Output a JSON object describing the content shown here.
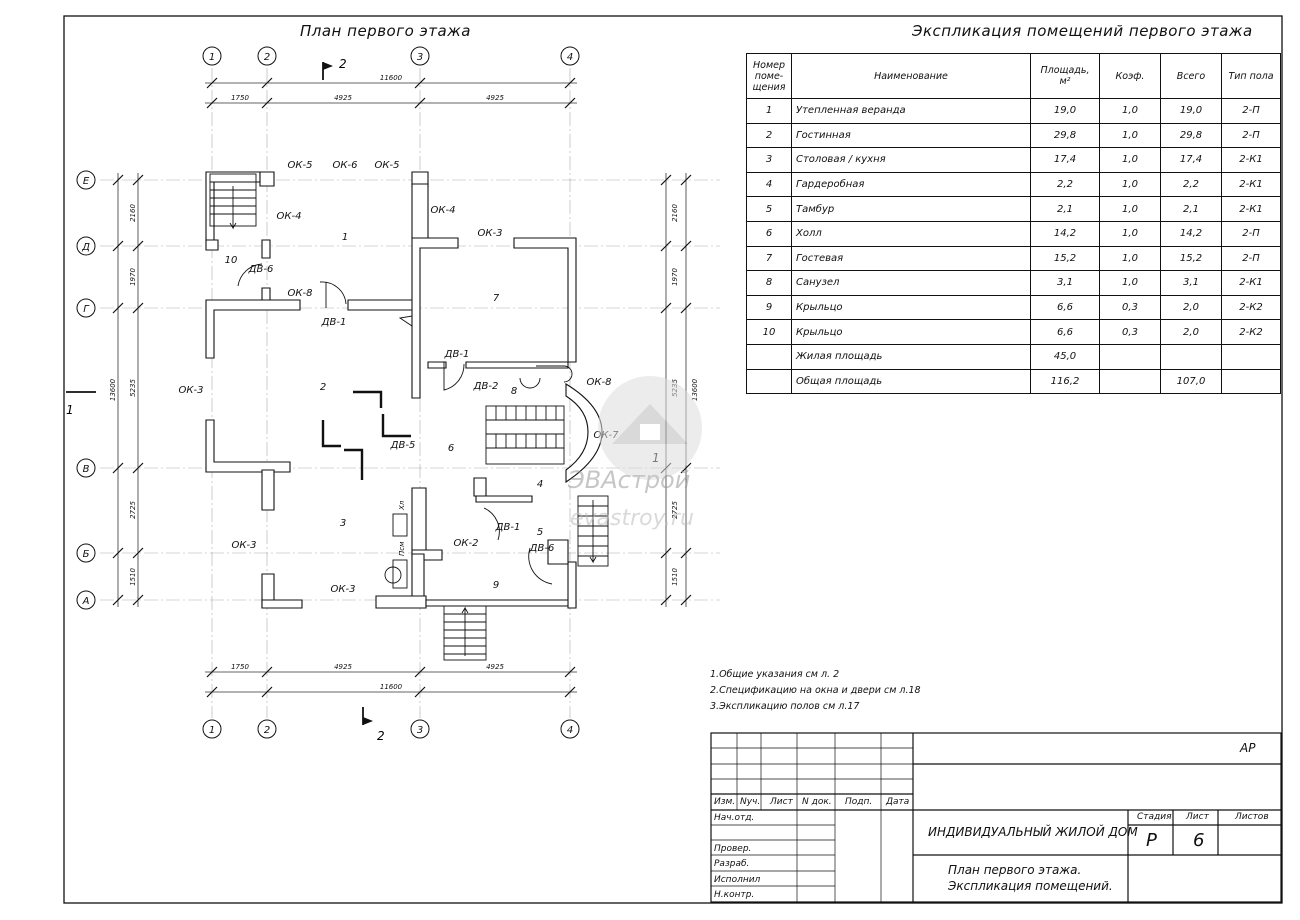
{
  "plan": {
    "title": "План первого этажа",
    "axes_x": [
      "1",
      "2",
      "3",
      "4"
    ],
    "axes_y": [
      "Е",
      "Д",
      "Г",
      "В",
      "Б",
      "А"
    ],
    "dims_top": [
      "1750",
      "4925",
      "4925"
    ],
    "dim_total": "11600",
    "dims_left": [
      "2160",
      "1970",
      "5235",
      "2725",
      "1510"
    ],
    "dim_left_total": "13600",
    "section_mark": "2",
    "section_mark_side": "1",
    "rooms": [
      "1",
      "2",
      "3",
      "4",
      "5",
      "6",
      "7",
      "8",
      "9",
      "10"
    ],
    "labels": {
      "ok5a": "ОК-5",
      "ok6": "ОК-6",
      "ok5b": "ОК-5",
      "ok4a": "ОК-4",
      "ok4b": "ОК-4",
      "ok3a": "ОК-3",
      "dv6a": "ДВ-6",
      "ok8a": "ОК-8",
      "dv1a": "ДВ-1",
      "dv1b": "ДВ-1",
      "dv2": "ДВ-2",
      "ok8b": "ОК-8",
      "ok3b": "ОК-3",
      "dv5": "ДВ-5",
      "ok7": "ОК-7",
      "ok3c": "ОК-3",
      "ok2": "ОК-2",
      "dv1c": "ДВ-1",
      "dv6b": "ДВ-6",
      "ok3d": "ОК-3",
      "xl": "Хл",
      "psm": "Псм"
    }
  },
  "explication": {
    "title": "Экспликация помещений первого этажа",
    "headers": [
      "Номер поме-щения",
      "Наименование",
      "Площадь, м²",
      "Коэф.",
      "Всего",
      "Тип пола"
    ],
    "rows": [
      [
        "1",
        "Утепленная веранда",
        "19,0",
        "1,0",
        "19,0",
        "2-П"
      ],
      [
        "2",
        "Гостинная",
        "29,8",
        "1,0",
        "29,8",
        "2-П"
      ],
      [
        "3",
        "Столовая / кухня",
        "17,4",
        "1,0",
        "17,4",
        "2-К1"
      ],
      [
        "4",
        "Гардеробная",
        "2,2",
        "1,0",
        "2,2",
        "2-К1"
      ],
      [
        "5",
        "Тамбур",
        "2,1",
        "1,0",
        "2,1",
        "2-К1"
      ],
      [
        "6",
        "Холл",
        "14,2",
        "1,0",
        "14,2",
        "2-П"
      ],
      [
        "7",
        "Гостевая",
        "15,2",
        "1,0",
        "15,2",
        "2-П"
      ],
      [
        "8",
        "Санузел",
        "3,1",
        "1,0",
        "3,1",
        "2-К1"
      ],
      [
        "9",
        "Крыльцо",
        "6,6",
        "0,3",
        "2,0",
        "2-К2"
      ],
      [
        "10",
        "Крыльцо",
        "6,6",
        "0,3",
        "2,0",
        "2-К2"
      ]
    ],
    "living_label": "Жилая площадь",
    "living_value": "45,0",
    "total_label": "Общая площадь",
    "total_value": "116,2",
    "total_all": "107,0"
  },
  "notes": [
    "1.Общие указания  см л. 2",
    "2.Спецификацию на окна и двери см л.18",
    "3.Экспликацию полов см л.17"
  ],
  "watermark": {
    "brand": "ЭВАстрой",
    "site": "evastroy.ru"
  },
  "stamp": {
    "code": "АР",
    "cols": [
      "Изм.",
      "Nуч.",
      "Лист",
      "N док.",
      "Подп.",
      "Дата"
    ],
    "roles": [
      "Нач.отд.",
      "Провер.",
      "Разраб.",
      "Исполнил",
      "Н.контр."
    ],
    "project": "ИНДИВИДУАЛЬНЫЙ ЖИЛОЙ ДОМ",
    "stage_label": "Стадия",
    "sheet_label": "Лист",
    "sheets_label": "Листов",
    "stage": "Р",
    "sheet": "6",
    "doc_title_1": "План первого этажа.",
    "doc_title_2": "Экспликация помещений."
  },
  "colors": {
    "ink": "#111111",
    "axis": "#999999",
    "wall": "#ffffff"
  }
}
